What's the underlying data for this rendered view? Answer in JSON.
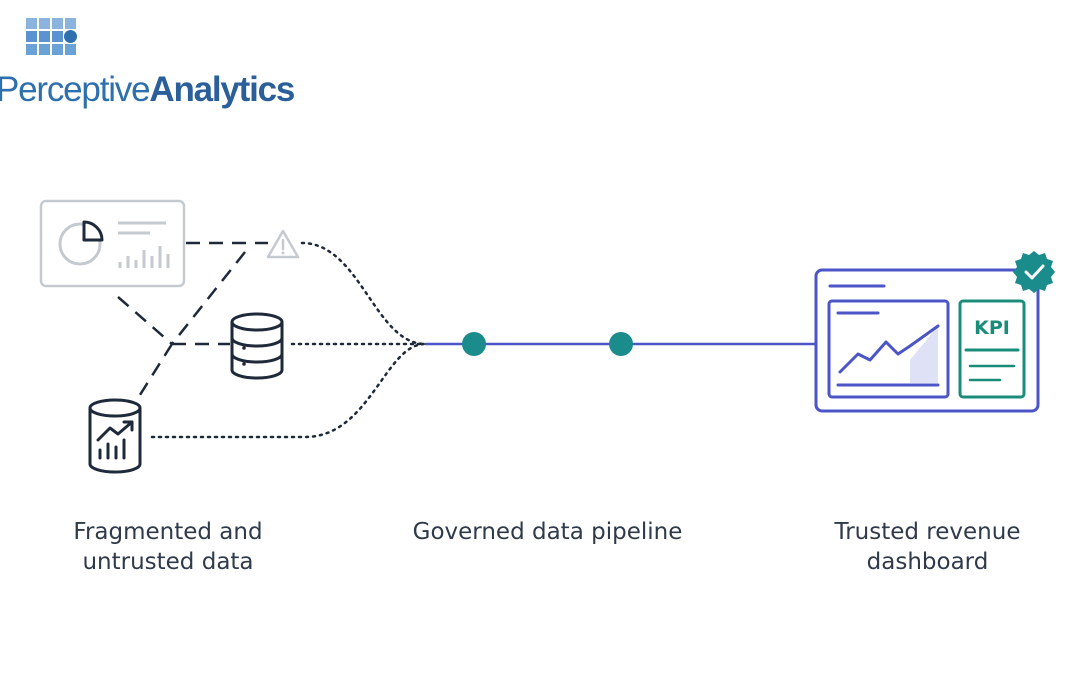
{
  "logo": {
    "text_regular": "Perceptive",
    "text_bold": "Analytics"
  },
  "stages": {
    "left_caption": "Fragmented and\nuntrusted data",
    "middle_caption": "Governed data pipeline",
    "right_caption": "Trusted revenue\ndashboard"
  },
  "dashboard": {
    "kpi_label": "KPI"
  },
  "icons": {
    "faded_report": "pie-chart-report-icon",
    "warning": "warning-triangle-icon",
    "database": "database-icon",
    "data_bin": "bar-chart-database-icon",
    "verified": "verified-check-badge-icon"
  },
  "colors": {
    "pipeline": "#4b55c7",
    "node": "#1a8c8c",
    "kpi": "#1a8c7a",
    "dark_icon": "#1e2a3a",
    "faded": "#c5c9d0",
    "text": "#2f3a4a"
  }
}
